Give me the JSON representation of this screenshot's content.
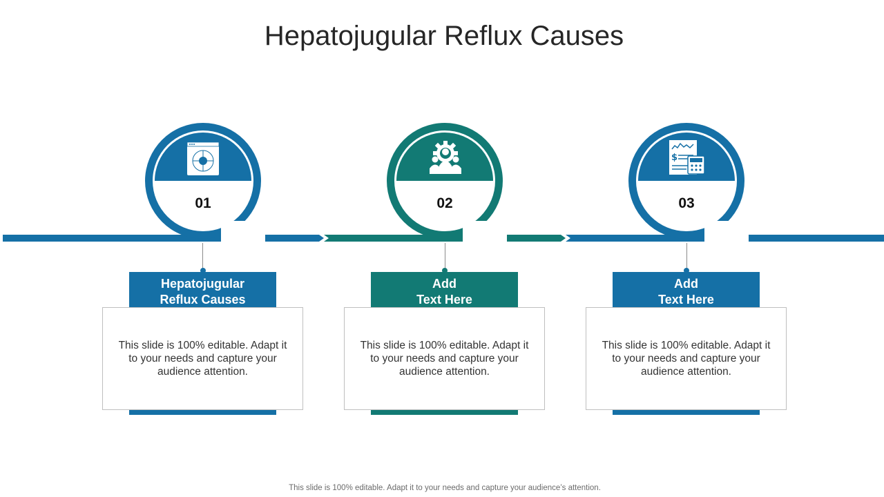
{
  "title": "Hepatojugular Reflux Causes",
  "colors": {
    "blue": "#1570a6",
    "teal": "#127a74"
  },
  "steps": [
    {
      "number": "01",
      "heading": "Hepatojugular\nReflux Causes",
      "body": "This slide is 100% editable. Adapt it to your needs and capture your audience attention.",
      "color": "#1570a6",
      "icon": "dashboard-window-icon"
    },
    {
      "number": "02",
      "heading": "Add\nText Here",
      "body": "This slide is 100% editable. Adapt it to your needs and capture your audience attention.",
      "color": "#127a74",
      "icon": "team-gear-icon"
    },
    {
      "number": "03",
      "heading": "Add\nText Here",
      "body": "This slide is 100% editable. Adapt it to your needs and capture your audience attention.",
      "color": "#1570a6",
      "icon": "financial-report-icon"
    }
  ],
  "footer": "This slide is 100% editable. Adapt it to your needs and capture your audience’s attention."
}
